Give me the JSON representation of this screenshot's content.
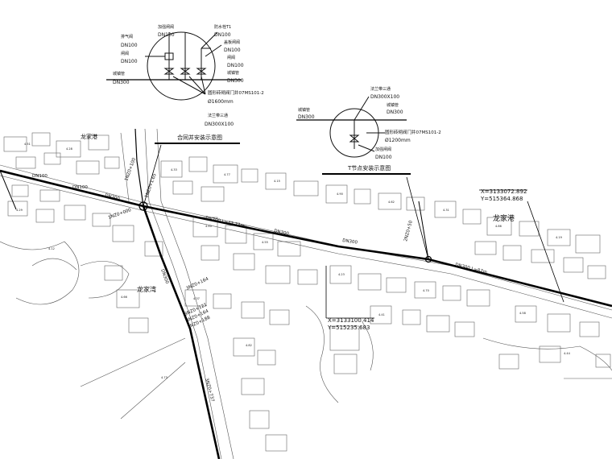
{
  "detail_top": {
    "labels": {
      "exhaust_valve": "排气阀",
      "exhaust_dn": "DN100",
      "gate_valve": "闸阀",
      "gate_dn": "DN100",
      "main_pipe": "城镇管",
      "main_dn": "DN300",
      "reinforce_valve": "加强闸阀",
      "reinforce_dn": "DN100",
      "fire_hydrant": "防水栓T1",
      "fire_dn": "DN100",
      "trunk_valve": "盖板闸阀",
      "trunk_dn": "DN100",
      "right_gate": "闸阀",
      "right_gate_dn": "DN100",
      "right_main": "城镇管",
      "right_main_dn": "DN300",
      "well_note": "圆形砖砌阀门井07MS101-2",
      "well_dia": "Ø1600mm",
      "tee_note": "法兰带三通",
      "tee_dn": "DN300X100"
    },
    "title": "合同并安装示意图"
  },
  "detail_right": {
    "labels": {
      "left_main": "城镇管",
      "left_dn": "DN300",
      "tee_top": "法兰带三通",
      "tee_dn": "DN300X100",
      "right_main": "城镇管",
      "right_dn": "DN300",
      "well_note": "圆形砖砌阀门井07MS101-2",
      "well_dia": "Ø1200mm",
      "valve": "加强闸阀",
      "valve_dn": "DN100"
    },
    "title": "T节点安装示意图"
  },
  "map_labels": {
    "village_left": "龙家港",
    "village_right": "龙家港",
    "village_mid": "龙家湾",
    "dn300_a": "DN300 L=43.73m",
    "dn300_b": "DN300",
    "dn300_c": "DN300",
    "dn300_d": "DN300 L=87m",
    "dn100_a": "DN100",
    "dn100_b": "DN100",
    "dn300_e": "DN300",
    "dn300_left": "DN300",
    "node_1": "1NZ0+000",
    "node_2": "1NZ0+1.65",
    "node_3": "1NZ0+100",
    "node_4": "3NZ0+164",
    "node_5": "3NZ0+121",
    "node_6": "3NZ0+164",
    "node_7": "3NZ0+188",
    "node_8": "3NZ0+737",
    "node_9": "2NZ0+50",
    "coord_right": "X=3133072.892\nY=515364.868",
    "coord_right_x": "X=3133072.892",
    "coord_right_y": "Y=515364.868",
    "coord_mid_x": "X=3133100.414",
    "coord_mid_y": "Y=515235.683"
  }
}
